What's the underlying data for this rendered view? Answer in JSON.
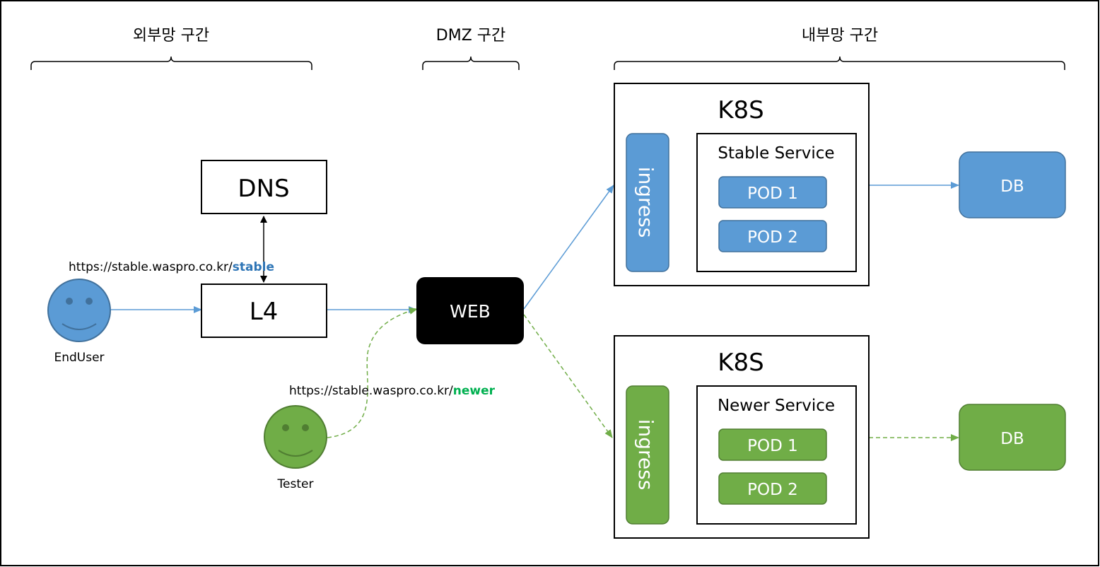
{
  "zones": {
    "external": "외부망 구간",
    "dmz": "DMZ 구간",
    "internal": "내부망 구간"
  },
  "nodes": {
    "dns": "DNS",
    "l4": "L4",
    "web": "WEB",
    "enduser": "EndUser",
    "tester": "Tester"
  },
  "urls": {
    "stable_prefix": "https://stable.waspro.co.kr/",
    "stable_path": "stable",
    "newer_prefix": "https://stable.waspro.co.kr/",
    "newer_path": "newer"
  },
  "clusters": {
    "top": {
      "title": "K8S",
      "ingress": "ingress",
      "service_title": "Stable Service",
      "pods": [
        "POD 1",
        "POD 2"
      ],
      "db": "DB"
    },
    "bottom": {
      "title": "K8S",
      "ingress": "ingress",
      "service_title": "Newer Service",
      "pods": [
        "POD 1",
        "POD 2"
      ],
      "db": "DB"
    }
  },
  "colors": {
    "stable_fill": "#5B9BD5",
    "stable_stroke": "#41719C",
    "stable_link": "#2E75B6",
    "newer_fill": "#70AD47",
    "newer_stroke": "#507E32",
    "newer_link": "#00B050",
    "web_fill": "#000000"
  }
}
